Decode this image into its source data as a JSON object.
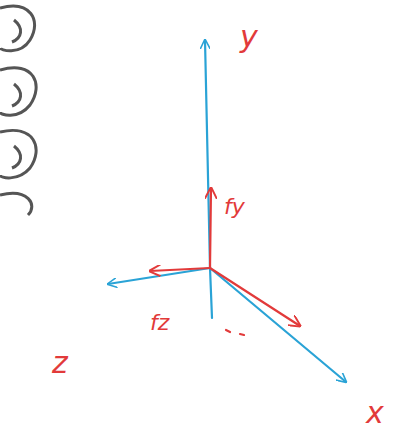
{
  "diagram": {
    "labels": [
      "y",
      "fy",
      "fz",
      "z",
      "x"
    ]
  }
}
